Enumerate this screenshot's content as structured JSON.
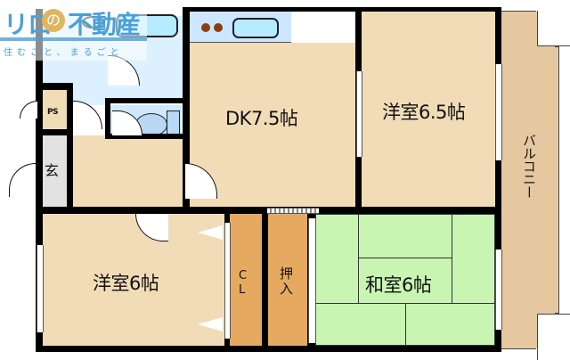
{
  "floorplan": {
    "rooms": {
      "dk": {
        "label": "DK7.5帖",
        "color": "#f1dcb7"
      },
      "western_65": {
        "label": "洋室6.5帖",
        "color": "#f1dcb7"
      },
      "western_6": {
        "label": "洋室6帖",
        "color": "#f1dcb7"
      },
      "japanese_6": {
        "label": "和室6帖",
        "color": "#c9f5b3"
      },
      "closet": {
        "label": "CL",
        "line1": "C",
        "line2": "L",
        "color": "#e5aa5f"
      },
      "oshiire": {
        "label": "押入",
        "line1": "押",
        "line2": "入",
        "color": "#e5aa5f"
      },
      "entrance": {
        "label": "玄",
        "color": "#e2e2e2"
      },
      "ps": {
        "label": "PS",
        "color": "#f1dcb7"
      },
      "balcony": {
        "label": "バルコニー",
        "color": "#e5c89f"
      },
      "bath": {
        "color": "#dcf0ff"
      },
      "toilet": {
        "color": "#cfe8fb"
      },
      "washroom": {
        "color": "#dcf0ff"
      }
    },
    "fixtures": [
      "stove-burners",
      "kitchen-sink",
      "bathtub",
      "wash-basin",
      "toilet"
    ]
  },
  "logo": {
    "name": "リロの不動産",
    "part1": "リロ",
    "circle": "の",
    "part2": "不動産",
    "tagline": "住むこと、まるごと",
    "color": "#4aa0d8"
  }
}
